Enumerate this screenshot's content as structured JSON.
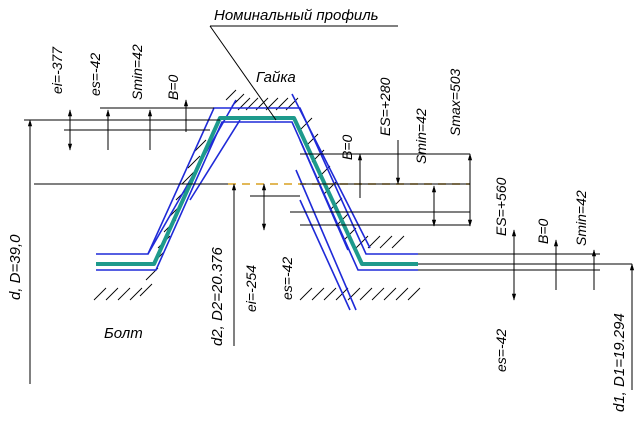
{
  "title": "Номинальный профиль",
  "labels": {
    "nut": "Гайка",
    "bolt": "Болт",
    "d_D": "d, D=39,0",
    "d2_D2": "d2, D2=20.376",
    "d1_D1": "d1, D1=19.294",
    "ei_377": "ei=-377",
    "es_42_top": "es=-42",
    "smin_42_top": "Smin=42",
    "b0_top": "B=0",
    "ES_280": "ES=+280",
    "smax_503": "Smax=503",
    "b0_mid": "B=0",
    "smin_42_mid": "Smin=42",
    "ei_254": "ei=-254",
    "es_42_mid": "es=-42",
    "ES_560": "ES=+560",
    "b0_right": "B=0",
    "smin_42_right": "Smin=42",
    "es_42_bottom": "es=-42"
  },
  "colors": {
    "nominal_profile": "#1e9a8c",
    "tolerance_lines": "#1f2ad8",
    "center_line": "#d9a020",
    "dimension_lines": "#000000"
  }
}
